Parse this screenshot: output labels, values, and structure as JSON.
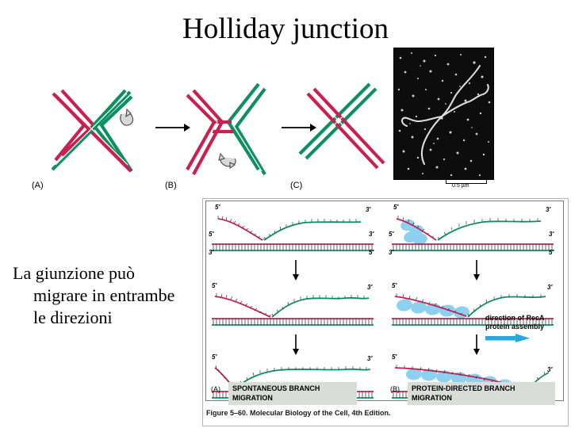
{
  "slide": {
    "title": "Holliday junction",
    "body_text": {
      "line1": "La giunzione può",
      "line2": "migrare in entrambe",
      "line3": "le direzioni"
    }
  },
  "colors": {
    "red_strand": "#c8214f",
    "green_strand": "#0e8f60",
    "reca_protein": "#85cdee",
    "reca_arrow": "#29a8dd",
    "caption_highlight": "#d9ddd9",
    "micrograph_background": "#0d0d0d",
    "micrograph_dna": "#d8d8d8"
  },
  "hj_diagrams": {
    "panels": [
      {
        "label": "(A)",
        "name": "holliday-junction-stage-a"
      },
      {
        "label": "(B)",
        "name": "holliday-junction-stage-b"
      },
      {
        "label": "(C)",
        "name": "holliday-junction-stage-c"
      }
    ],
    "rotation_icons": [
      {
        "name": "rotation-icon-upper"
      },
      {
        "name": "rotation-icon-lower"
      }
    ],
    "arrows": 2
  },
  "micrograph": {
    "scale_bar_label": "0.5 µm"
  },
  "mboc_figure": {
    "caption": "Figure 5–60. Molecular Biology of the Cell, 4th Edition.",
    "panels": [
      {
        "tag": "(A)",
        "caption": "SPONTANEOUS BRANCH\nMIGRATION",
        "caption_line1": "SPONTANEOUS BRANCH",
        "caption_line2": "MIGRATION"
      },
      {
        "tag": "(B)",
        "caption": "PROTEIN-DIRECTED BRANCH\nMIGRATION",
        "caption_line1": "PROTEIN-DIRECTED BRANCH",
        "caption_line2": "MIGRATION"
      }
    ],
    "reca_note_line1": "direction of RecA",
    "reca_note_line2": "protein assembly",
    "end_labels": {
      "five_prime": "5′",
      "three_prime": "3′"
    },
    "rows": [
      {
        "column": "A",
        "stage": 1,
        "labels": [
          "5′",
          "3′",
          "5′",
          "3′",
          "3′",
          "5′"
        ]
      },
      {
        "column": "A",
        "stage": 2,
        "labels": [
          "5′",
          "3′"
        ]
      },
      {
        "column": "A",
        "stage": 3,
        "labels": [
          "5′",
          "3′"
        ]
      },
      {
        "column": "B",
        "stage": 1,
        "labels": [
          "5′",
          "3′",
          "5′",
          "3′",
          "3′",
          "5′"
        ]
      },
      {
        "column": "B",
        "stage": 2,
        "labels": [
          "5′",
          "3′"
        ]
      },
      {
        "column": "B",
        "stage": 3,
        "labels": [
          "5′",
          "3′"
        ]
      }
    ]
  }
}
